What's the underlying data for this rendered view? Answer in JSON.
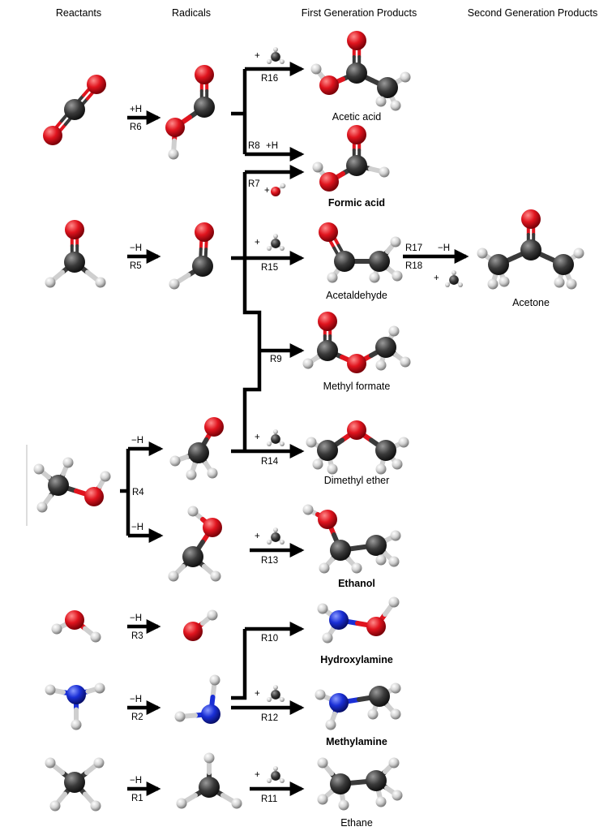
{
  "headers": {
    "reactants": "Reactants",
    "radicals": "Radicals",
    "first_gen": "First Generation Products",
    "second_gen": "Second Generation Products"
  },
  "products": {
    "acetic_acid": "Acetic acid",
    "formic_acid": "Formic acid",
    "acetaldehyde": "Acetaldehyde",
    "methyl_formate": "Methyl formate",
    "dimethyl_ether": "Dimethyl ether",
    "ethanol": "Ethanol",
    "hydroxylamine": "Hydroxylamine",
    "methylamine": "Methylamine",
    "ethane": "Ethane",
    "acetone": "Acetone"
  },
  "reactions": {
    "r1": "R1",
    "r2": "R2",
    "r3": "R3",
    "r4": "R4",
    "r5": "R5",
    "r6": "R6",
    "r7": "R7",
    "r8": "R8",
    "r9": "R9",
    "r10": "R10",
    "r11": "R11",
    "r12": "R12",
    "r13": "R13",
    "r14": "R14",
    "r15": "R15",
    "r16": "R16",
    "r17": "R17",
    "r18": "R18"
  },
  "modifiers": {
    "plus_h": "+H",
    "minus_h": "−H",
    "plus": "+"
  },
  "colors": {
    "carbon": "#3a3a3a",
    "oxygen": "#e0141e",
    "nitrogen": "#1a2fd6",
    "hydrogen": "#d2d2d2",
    "arrow": "#000000"
  }
}
